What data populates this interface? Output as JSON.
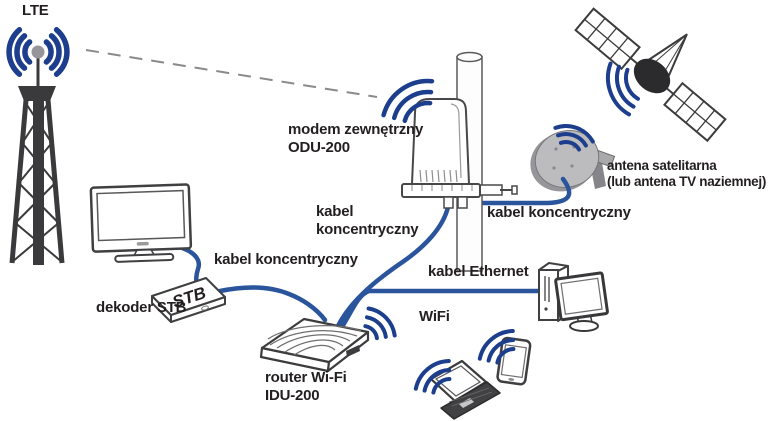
{
  "diagram": {
    "labels": {
      "lte": "LTE",
      "modem": "modem zewnętrzny\nODU-200",
      "antena": "antena satelitarna\n(lub antena TV naziemnej)",
      "kabel_koncentryczny_dish": "kabel koncentryczny",
      "kabel_koncentryczny_modem": "kabel\nkoncentryczny",
      "kabel_koncentryczny_stb": "kabel koncentryczny",
      "kabel_ethernet": "kabel Ethernet",
      "wifi": "WiFi",
      "dekoder_stb": "dekoder STB",
      "stb_box": "STB",
      "router": "router Wi-Fi\nIDU-200"
    },
    "colors": {
      "cable_blue": "#2a559c",
      "signal_blue": "#1c3e8c",
      "tower_dark": "#3a3a3c",
      "outline_dark": "#3c3c3e",
      "dish_gray": "#bcbcbe",
      "dashed_gray": "#8a8a8a",
      "text_black": "#231f20"
    }
  }
}
